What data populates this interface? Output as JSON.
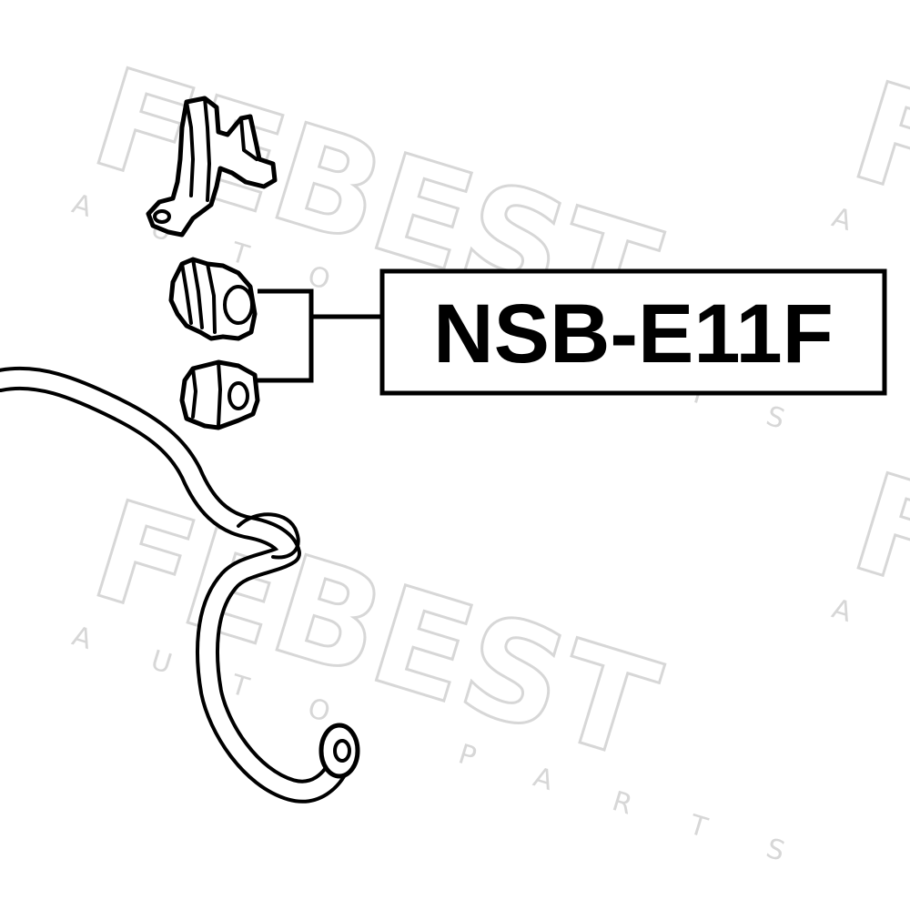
{
  "part_number": "NSB-E11F",
  "watermark": {
    "brand": "FEBEST",
    "tagline": "AUTO PARTS"
  }
}
